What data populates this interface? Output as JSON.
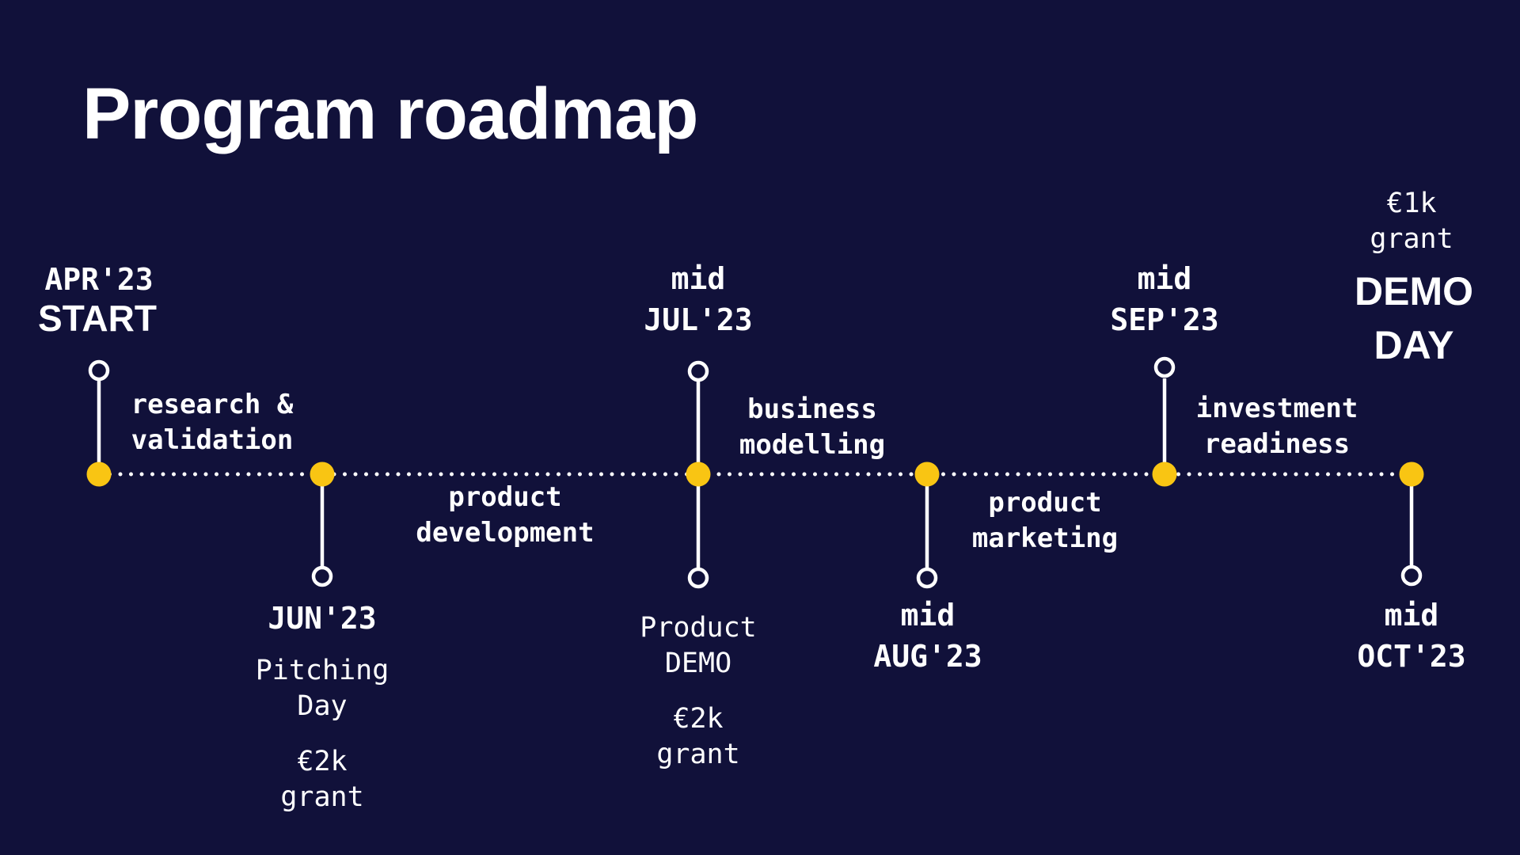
{
  "slide": {
    "title": "Program roadmap"
  },
  "colors": {
    "background": "#11113A",
    "accent_yellow": "#F9C513",
    "text_white": "#FFFFFF"
  },
  "timeline": {
    "milestones": [
      {
        "id": "apr-23",
        "date": "APR'23",
        "headline": "START"
      },
      {
        "id": "jun-23",
        "date": "JUN'23",
        "event": "Pitching\nDay",
        "grant": "€2k\ngrant"
      },
      {
        "id": "mid-jul-23",
        "date": "mid\nJUL'23",
        "event": "Product\nDEMO",
        "grant": "€2k\ngrant"
      },
      {
        "id": "mid-aug-23",
        "date": "mid\nAUG'23"
      },
      {
        "id": "mid-sep-23",
        "date": "mid\nSEP'23"
      },
      {
        "id": "mid-oct-23",
        "date": "mid\nOCT'23",
        "headline": "DEMO\nDAY",
        "grant": "€1k\ngrant"
      }
    ],
    "phases": [
      {
        "label": "research &\nvalidation"
      },
      {
        "label": "product\ndevelopment"
      },
      {
        "label": "business\nmodelling"
      },
      {
        "label": "product\nmarketing"
      },
      {
        "label": "investment\nreadiness"
      }
    ]
  }
}
